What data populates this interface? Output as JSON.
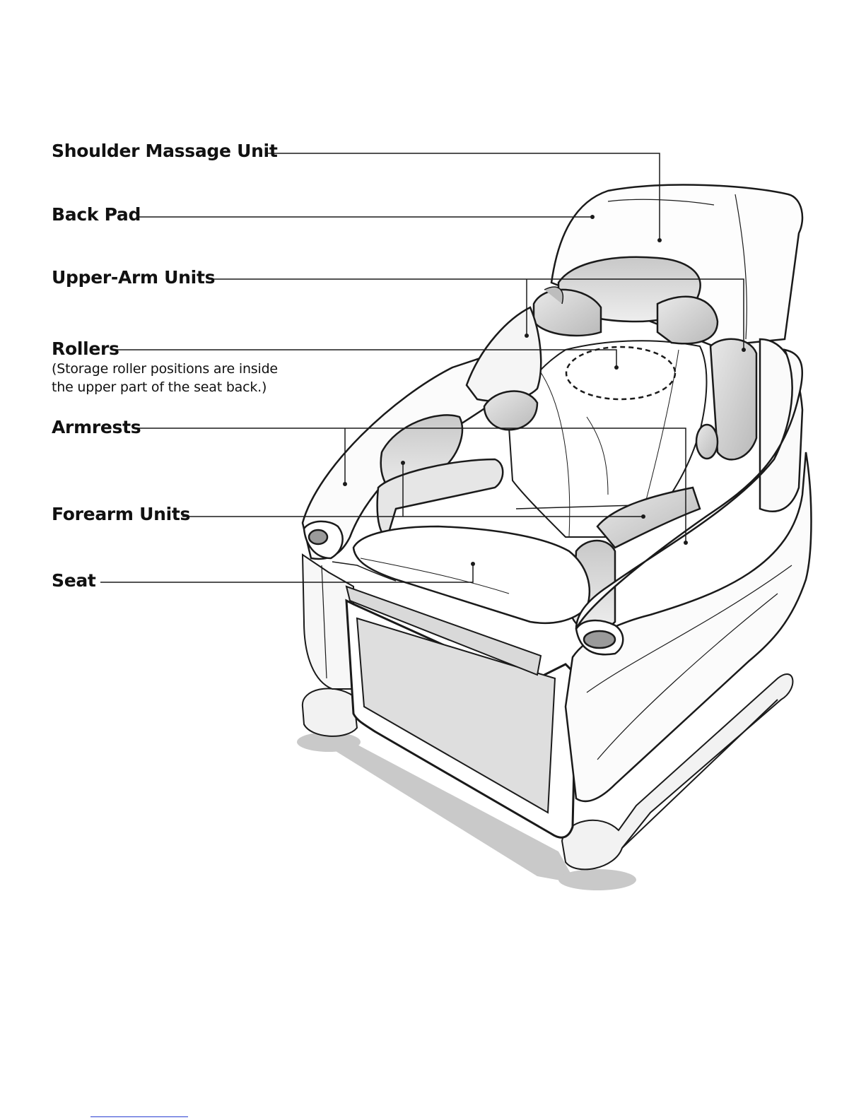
{
  "labels": {
    "shoulder_massage_unit": "Shoulder Massage Unit",
    "back_pad": "Back Pad",
    "upper_arm_units": "Upper-Arm Units",
    "rollers": "Rollers",
    "rollers_note_line1": "(Storage roller positions are inside",
    "rollers_note_line2": "the upper part of the seat back.)",
    "armrests": "Armrests",
    "forearm_units": "Forearm Units",
    "seat": "Seat"
  },
  "colors": {
    "line": "#1a1a1a",
    "part_fill": "#d6d6d6",
    "shadow": "#bdbdbd",
    "footer_rule": "#2a3fd0"
  }
}
